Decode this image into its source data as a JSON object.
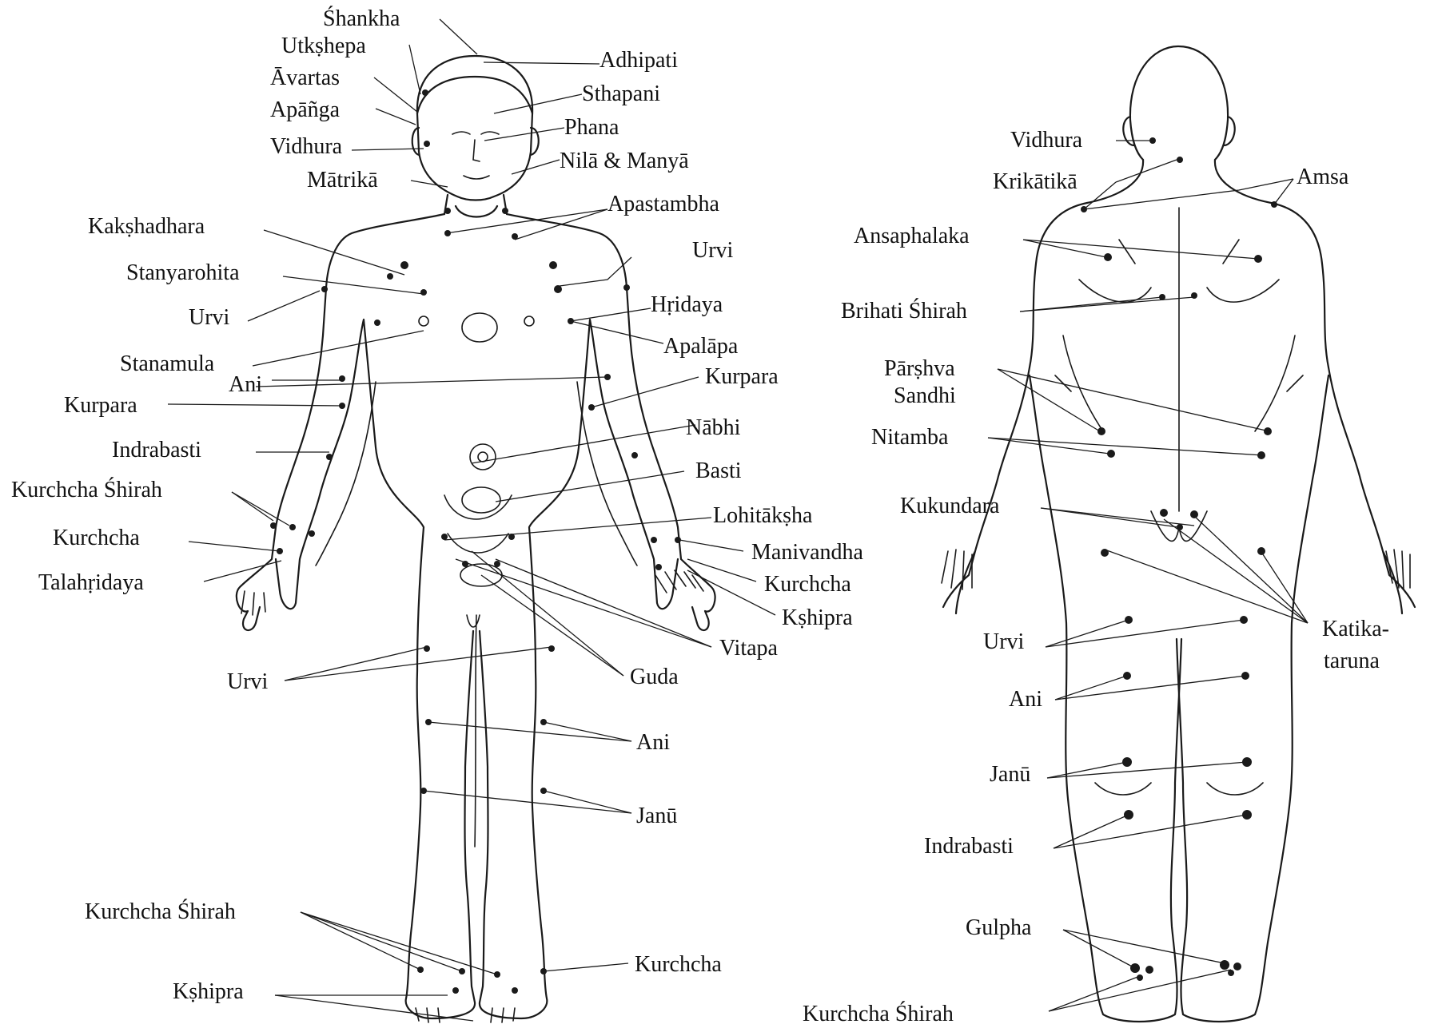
{
  "front": {
    "labels": {
      "shankha": "Śhankha",
      "utkshepa": "Utkṣhepa",
      "avartas": "Āvartas",
      "apanga": "Apāñga",
      "vidhura": "Vidhura",
      "matrika": "Mātrikā",
      "adhipati": "Adhipati",
      "sthapani": "Sthapani",
      "phana": "Phana",
      "nila_manya": "Nilā & Manyā",
      "apastambha": "Apastambha",
      "kakshadhara": "Kakṣhadhara",
      "stanyarohita": "Stanyarohita",
      "urvi_arm_left": "Urvi",
      "urvi_arm_right": "Urvi",
      "hridaya": "Hṛidaya",
      "apalapa": "Apalāpa",
      "stanamula": "Stanamula",
      "ani_arm": "Ani",
      "kurpara_left": "Kurpara",
      "kurpara_right": "Kurpara",
      "nabhi": "Nābhi",
      "indrabasti": "Indrabasti",
      "basti": "Basti",
      "kurchcha_shirah_hand": "Kurchcha Śhirah",
      "lohitaksha": "Lohitākṣha",
      "kurchcha_hand_left": "Kurchcha",
      "manivandha": "Manivandha",
      "talahridaya": "Talahṛidaya",
      "kurchcha_hand_right": "Kurchcha",
      "kshipra_hand": "Kṣhipra",
      "vitapa": "Vitapa",
      "urvi_thigh": "Urvi",
      "guda": "Guda",
      "ani_leg": "Ani",
      "janu": "Janū",
      "kurchcha_shirah_foot": "Kurchcha Śhirah",
      "kurchcha_foot": "Kurchcha",
      "kshipra_foot": "Kṣhipra"
    }
  },
  "back": {
    "labels": {
      "vidhura": "Vidhura",
      "krikatika": "Krikātikā",
      "amsa": "Amsa",
      "ansaphalaka": "Ansaphalaka",
      "brihati_shirah": "Brihati Śhirah",
      "parshva_sandhi_1": "Pārṣhva",
      "parshva_sandhi_2": "Sandhi",
      "nitamba": "Nitamba",
      "kukundara": "Kukundara",
      "katika_taruna_1": "Katika-",
      "katika_taruna_2": "taruna",
      "urvi": "Urvi",
      "ani": "Ani",
      "janu": "Janū",
      "indrabasti": "Indrabasti",
      "gulpha": "Gulpha",
      "kurchcha_shirah": "Kurchcha Śhirah"
    }
  }
}
